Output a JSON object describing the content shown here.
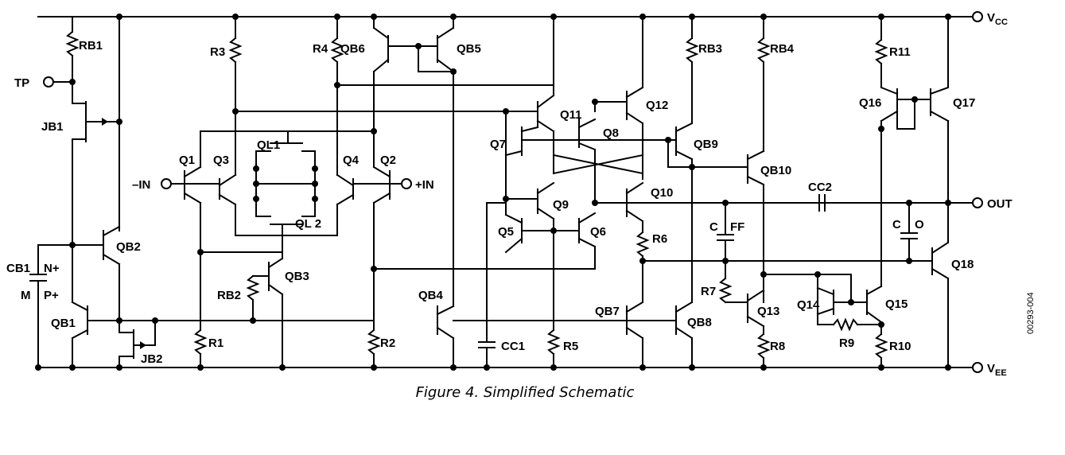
{
  "caption": "Figure 4. Simplified Schematic",
  "doc_number": "00293-004",
  "terminals": {
    "vcc_main": "V",
    "vcc_sub": "CC",
    "vee_main": "V",
    "vee_sub": "EE",
    "out": "OUT",
    "tp": "TP",
    "inv_in": "–IN",
    "noninv_in": "+IN"
  },
  "components": {
    "RB1": "RB1",
    "R3": "R3",
    "R4": "R4",
    "QB6": "QB6",
    "QB5": "QB5",
    "RB3": "RB3",
    "RB4": "RB4",
    "R11": "R11",
    "Q16": "Q16",
    "Q17": "Q17",
    "JB1": "JB1",
    "QL1": "QL1",
    "QL2": "QL 2",
    "Q1": "Q1",
    "Q3": "Q3",
    "Q4": "Q4",
    "Q2": "Q2",
    "Q11": "Q11",
    "Q12": "Q12",
    "Q7": "Q7",
    "Q8": "Q8",
    "QB9": "QB9",
    "QB10": "QB10",
    "Q9": "Q9",
    "Q10": "Q10",
    "CC2": "CC2",
    "Q5": "Q5",
    "Q6": "Q6",
    "R6": "R6",
    "C": "C",
    "FF": "FF",
    "CO_C": "C",
    "CO_O": "O",
    "QB2": "QB2",
    "CB1": "CB1",
    "N_plus": "N+",
    "M": "M",
    "P_plus": "P+",
    "QB3": "QB3",
    "RB2": "RB2",
    "Q18": "Q18",
    "R7": "R7",
    "QB4": "QB4",
    "QB7": "QB7",
    "Q13": "Q13",
    "Q14": "Q14",
    "Q15": "Q15",
    "QB1": "QB1",
    "QB8": "QB8",
    "R9": "R9",
    "R1": "R1",
    "R2": "R2",
    "CC1": "CC1",
    "R5": "R5",
    "R8": "R8",
    "R10": "R10",
    "JB2": "JB2"
  }
}
